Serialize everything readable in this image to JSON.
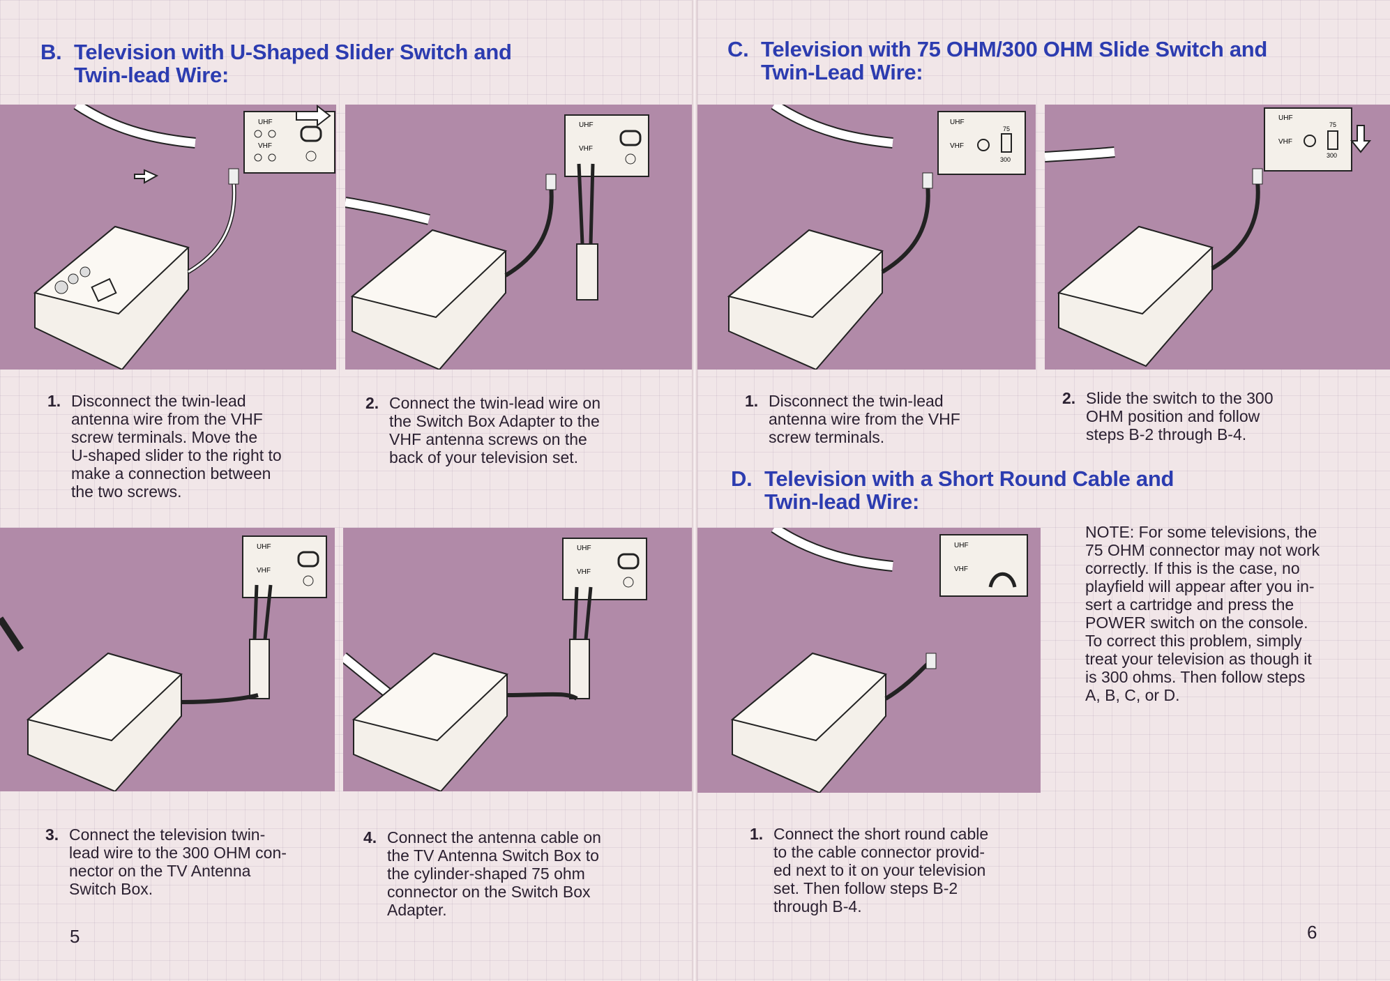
{
  "left_page": {
    "section_b": {
      "letter": "B.",
      "title_line1": "Television with U-Shaped Slider Switch and",
      "title_line2": "Twin-lead Wire:"
    },
    "steps": [
      {
        "num": "1.",
        "lines": [
          "Disconnect the twin-lead",
          "antenna wire from the VHF",
          "screw terminals. Move the",
          "U-shaped slider to the right to",
          "make a connection between",
          "the two screws."
        ]
      },
      {
        "num": "2.",
        "lines": [
          "Connect the twin-lead wire on",
          "the Switch Box Adapter to the",
          "VHF antenna screws on the",
          "back of your television set."
        ]
      },
      {
        "num": "3.",
        "lines": [
          "Connect the television twin-",
          "lead wire to the 300 OHM con-",
          "nector on the TV Antenna",
          "Switch Box."
        ]
      },
      {
        "num": "4.",
        "lines": [
          "Connect the antenna cable on",
          "the TV Antenna Switch Box to",
          "the cylinder-shaped 75 ohm",
          "connector on the Switch Box",
          "Adapter."
        ]
      }
    ],
    "page_number": "5"
  },
  "right_page": {
    "section_c": {
      "letter": "C.",
      "title_line1": "Television with 75 OHM/300 OHM Slide Switch and",
      "title_line2": "Twin-Lead Wire:"
    },
    "c_steps": [
      {
        "num": "1.",
        "lines": [
          "Disconnect the twin-lead",
          "antenna wire from the VHF",
          "screw terminals."
        ]
      },
      {
        "num": "2.",
        "lines": [
          "Slide the switch to the 300",
          "OHM position and follow",
          "steps B-2 through B-4."
        ]
      }
    ],
    "section_d": {
      "letter": "D.",
      "title_line1": "Television with a Short Round Cable and",
      "title_line2": "Twin-lead Wire:"
    },
    "d_steps": [
      {
        "num": "1.",
        "lines": [
          "Connect the short round cable",
          "to the cable connector provid-",
          "ed next to it on your television",
          "set. Then follow steps B-2",
          "through B-4."
        ]
      }
    ],
    "note_lines": [
      "NOTE: For some televisions, the",
      "75 OHM connector may not work",
      "correctly. If this is the case, no",
      "playfield will appear after you in-",
      "sert a cartridge and press the",
      "POWER switch on the console.",
      "To correct this problem, simply",
      "treat your television as though it",
      "is 300 ohms. Then follow steps",
      "A, B, C, or D."
    ],
    "page_number": "6"
  },
  "terminal_labels": {
    "uhf": "UHF",
    "vhf": "VHF",
    "ohm75": "75",
    "ohm300": "300"
  },
  "colors": {
    "heading": "#2c3cb0",
    "panel": "#b18aa8",
    "paper": "#f1e6e8"
  }
}
